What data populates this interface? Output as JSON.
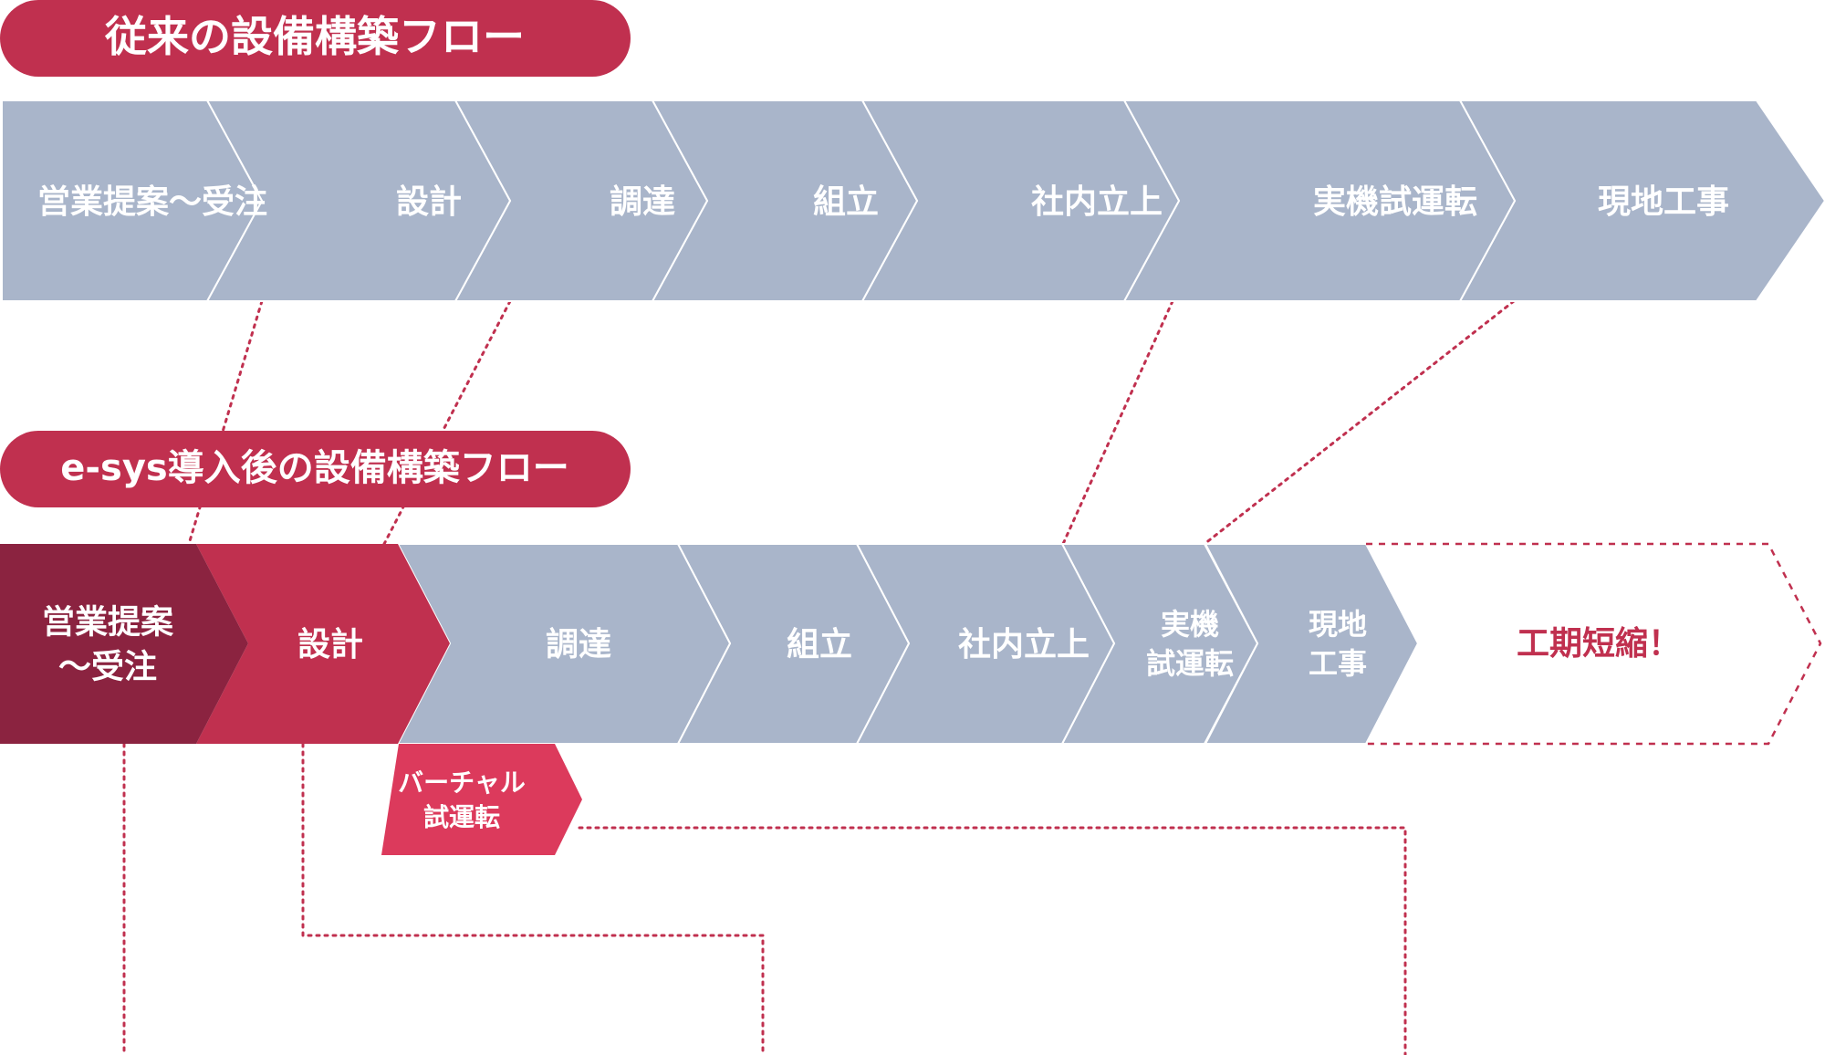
{
  "colors": {
    "gray": "#a9b5ca",
    "crimson": "#c0304f",
    "dark_crimson": "#8b2340",
    "bright_crimson": "#dc3a5c",
    "dots": "#c0304f",
    "white": "#ffffff"
  },
  "conventional": {
    "title": "従来の設備構築フロー",
    "steps": [
      {
        "lines": [
          "営業提案～受注"
        ]
      },
      {
        "lines": [
          "設計"
        ]
      },
      {
        "lines": [
          "調達"
        ]
      },
      {
        "lines": [
          "組立"
        ]
      },
      {
        "lines": [
          "社内立上"
        ]
      },
      {
        "lines": [
          "実機試運転"
        ]
      },
      {
        "lines": [
          "現地工事"
        ]
      }
    ]
  },
  "esys": {
    "title": "e-sys導入後の設備構築フロー",
    "steps": [
      {
        "lines": [
          "営業提案",
          "～受注"
        ]
      },
      {
        "lines": [
          "設計"
        ]
      },
      {
        "lines": [
          "調達"
        ]
      },
      {
        "lines": [
          "組立"
        ]
      },
      {
        "lines": [
          "社内立上"
        ]
      },
      {
        "lines": [
          "実機",
          "試運転"
        ]
      },
      {
        "lines": [
          "現地",
          "工事"
        ]
      }
    ],
    "virtual": {
      "lines": [
        "バーチャル",
        "試運転"
      ]
    },
    "saving": {
      "label": "工期短縮！"
    }
  }
}
